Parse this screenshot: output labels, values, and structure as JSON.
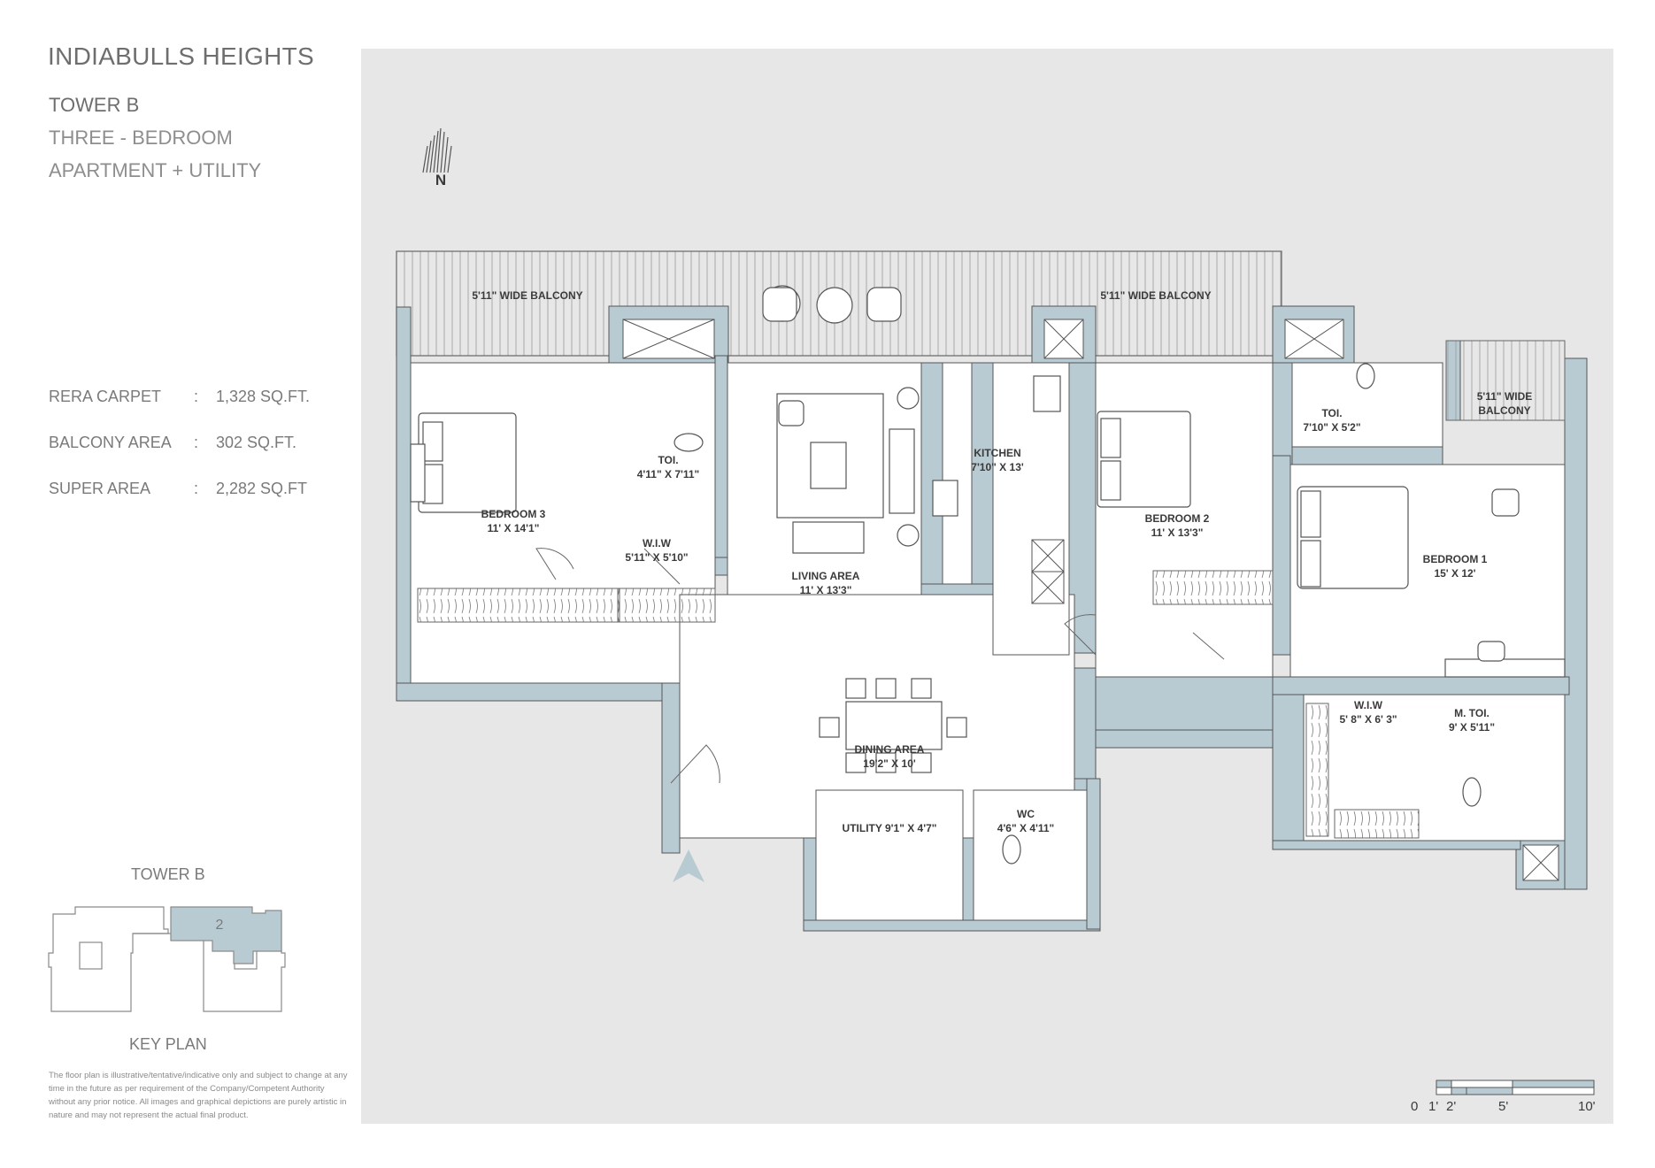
{
  "header": {
    "project": "INDIABULLS HEIGHTS",
    "tower": "TOWER B",
    "type_line1": "THREE - BEDROOM",
    "type_line2": "APARTMENT + UTILITY"
  },
  "areas": [
    {
      "label": "RERA CARPET",
      "sep": ":",
      "value": "1,328 SQ.FT."
    },
    {
      "label": "BALCONY AREA",
      "sep": ":",
      "value": "302 SQ.FT."
    },
    {
      "label": "SUPER AREA",
      "sep": ":",
      "value": "2,282 SQ.FT"
    }
  ],
  "key_plan": {
    "title": "TOWER B",
    "unit_number": "2",
    "label": "KEY PLAN",
    "highlight_color": "#b9cbd2"
  },
  "disclaimer": "The floor plan is illustrative/tentative/indicative only and subject to change at any time in the future as per requirement of the Company/Competent Authority without any prior notice. All images and graphical depictions are purely artistic in nature and may not represent the actual final product.",
  "compass": {
    "label": "N"
  },
  "rooms": {
    "balcony_left": {
      "name": "5'11\" WIDE BALCONY"
    },
    "balcony_right": {
      "name": "5'11\" WIDE BALCONY"
    },
    "balcony_small": {
      "name": "5'11\" WIDE",
      "name2": "BALCONY"
    },
    "bedroom3": {
      "name": "BEDROOM 3",
      "dim": "11' X 14'1\""
    },
    "toi_left": {
      "name": "TOI.",
      "dim": "4'11\" X 7'11\""
    },
    "wiw_left": {
      "name": "W.I.W",
      "dim": "5'11\" X 5'10\""
    },
    "living": {
      "name": "LIVING AREA",
      "dim": "11' X 13'3\""
    },
    "kitchen": {
      "name": "KITCHEN",
      "dim": "7'10\" X 13'"
    },
    "bedroom2": {
      "name": "BEDROOM 2",
      "dim": "11' X 13'3\""
    },
    "toi_right": {
      "name": "TOI.",
      "dim": "7'10\" X 5'2\""
    },
    "bedroom1": {
      "name": "BEDROOM 1",
      "dim": "15' X 12'"
    },
    "dining": {
      "name": "DINING AREA",
      "dim": "19'2\" X 10'"
    },
    "utility": {
      "name": "UTILITY 9'1\" X 4'7\""
    },
    "wc": {
      "name": "WC",
      "dim": "4'6\"  X 4'11\""
    },
    "wiw_right": {
      "name": "W.I.W",
      "dim": "5' 8\" X 6' 3\""
    },
    "m_toi": {
      "name": "M. TOI.",
      "dim": "9' X 5'11\""
    }
  },
  "scale_bar": {
    "labels": [
      "0",
      "1'",
      "2'",
      "5'",
      "10'"
    ]
  },
  "colors": {
    "wall": "#b9cbd2",
    "plan_background": "#e7e7e8",
    "floor": "#ffffff"
  }
}
